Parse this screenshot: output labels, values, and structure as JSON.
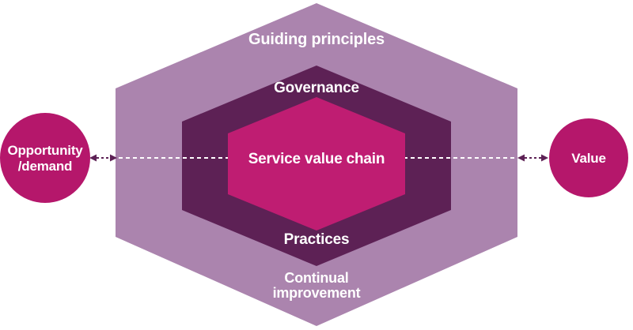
{
  "labels": {
    "guiding_principles": "Guiding principles",
    "governance": "Governance",
    "service_value_chain": "Service value chain",
    "practices": "Practices",
    "continual_improvement_line1": "Continual",
    "continual_improvement_line2": "improvement",
    "opportunity_line1": "Opportunity",
    "opportunity_line2": "/demand",
    "value": "Value"
  },
  "colors": {
    "outer_hexagon": "#ab84ae",
    "middle_hexagon": "#5d2155",
    "inner_hexagon": "#bf1d72",
    "node_circle": "#b5176b",
    "connector": "#5d2155",
    "flow_line": "#ffffff",
    "text": "#ffffff"
  }
}
